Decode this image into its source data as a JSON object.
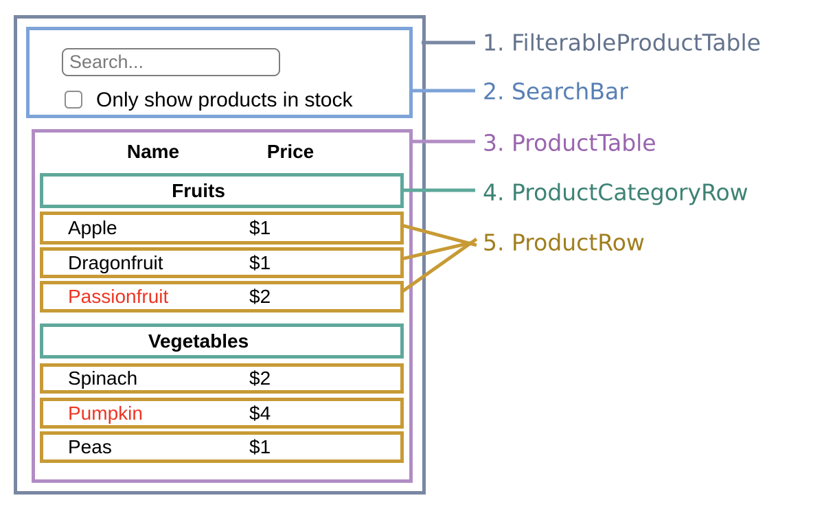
{
  "colors": {
    "slate": "#7987a2",
    "blue": "#7da3d8",
    "purple": "#b18cc4",
    "teal": "#5ea89a",
    "gold": "#c79a35",
    "red": "#ee3524"
  },
  "search_bar": {
    "placeholder": "Search...",
    "checkbox_label": "Only show products in stock",
    "checkbox_checked": false
  },
  "product_table": {
    "headers": [
      "Name",
      "Price"
    ],
    "sections": [
      {
        "category": "Fruits",
        "rows": [
          {
            "name": "Apple",
            "price": "$1",
            "in_stock": true
          },
          {
            "name": "Dragonfruit",
            "price": "$1",
            "in_stock": true
          },
          {
            "name": "Passionfruit",
            "price": "$2",
            "in_stock": false
          }
        ]
      },
      {
        "category": "Vegetables",
        "rows": [
          {
            "name": "Spinach",
            "price": "$2",
            "in_stock": true
          },
          {
            "name": "Pumpkin",
            "price": "$4",
            "in_stock": false
          },
          {
            "name": "Peas",
            "price": "$1",
            "in_stock": true
          }
        ]
      }
    ]
  },
  "legend": [
    {
      "text": "1. FilterableProductTable",
      "color": "#64738c"
    },
    {
      "text": "2. SearchBar",
      "color": "#577fb4"
    },
    {
      "text": "3. ProductTable",
      "color": "#9965ae"
    },
    {
      "text": "4. ProductCategoryRow",
      "color": "#3d8274"
    },
    {
      "text": "5. ProductRow",
      "color": "#a07e1e"
    }
  ]
}
